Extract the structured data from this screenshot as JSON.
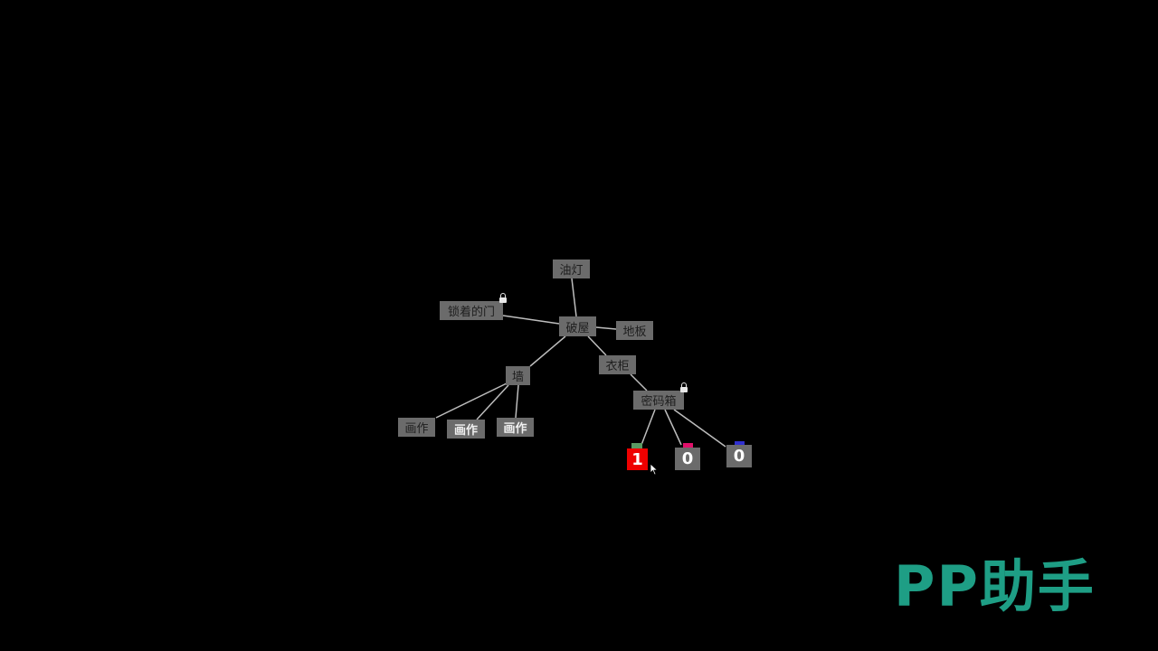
{
  "nodes": {
    "oil_lamp": "油灯",
    "locked_door": "锁着的门",
    "hut": "破屋",
    "floor": "地板",
    "wardrobe": "衣柜",
    "wall": "墙",
    "safe": "密码箱",
    "painting_1": "画作",
    "painting_2": "画作",
    "painting_3": "画作"
  },
  "code_digits": [
    {
      "value": "1",
      "tab_color": "#5a9a63",
      "box_color": "#ee0000"
    },
    {
      "value": "0",
      "tab_color": "#e0106a",
      "box_color": "#6b6b6b"
    },
    {
      "value": "0",
      "tab_color": "#3030d0",
      "box_color": "#6b6b6b"
    }
  ],
  "watermark": "PP助手"
}
